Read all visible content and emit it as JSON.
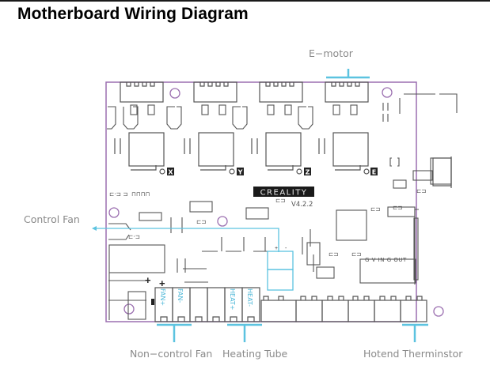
{
  "title": "Motherboard Wiring Diagram",
  "board": {
    "brand": "CREALITY",
    "version": "V4.2.2",
    "driver_labels": [
      "X",
      "Y",
      "Z",
      "E"
    ],
    "probe_header_label": "G V IN G OUT",
    "fan_pins": [
      "FAN+",
      "FAN-"
    ],
    "heat_pins": [
      "HEAT+",
      "HEAT-"
    ],
    "power_polarity": [
      "+",
      "+"
    ],
    "fan_connector_polarity": [
      "+",
      "-"
    ]
  },
  "callouts": {
    "e_motor": "E−motor",
    "control_fan": "Control Fan",
    "non_control_fan": "Non−control Fan",
    "heating_tube": "Heating Tube",
    "hotend_thermistor": "Hotend Therminstor"
  },
  "colors": {
    "board_outline": "#9b6fb0",
    "callout_line": "#5cc3e0",
    "component": "#555555",
    "logo_bg": "#1a1a1a"
  }
}
